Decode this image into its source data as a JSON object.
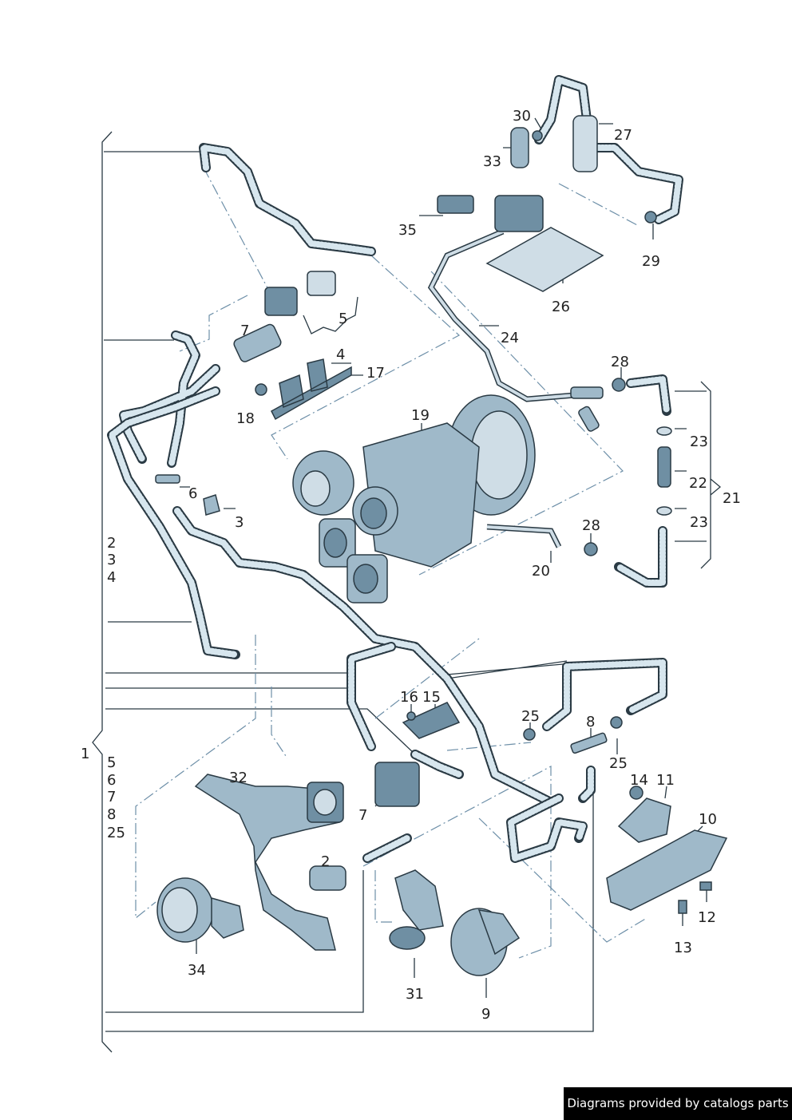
{
  "callouts": [
    "30",
    "27",
    "33",
    "35",
    "29",
    "26",
    "5",
    "7",
    "4",
    "17",
    "24",
    "28",
    "18",
    "19",
    "23",
    "22",
    "21",
    "23",
    "28",
    "6",
    "3",
    "2",
    "3",
    "4",
    "20",
    "16",
    "15",
    "25",
    "8",
    "25",
    "1",
    "5",
    "6",
    "7",
    "8",
    "25",
    "32",
    "14",
    "11",
    "7",
    "10",
    "2",
    "12",
    "13",
    "34",
    "31",
    "9"
  ],
  "footer": "Diagrams provided by catalogs parts"
}
